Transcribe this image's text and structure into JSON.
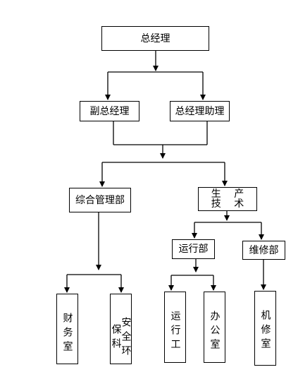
{
  "org_chart": {
    "gm": "总经理",
    "deputy_gm": "副总经理",
    "gm_assistant": "总经理助理",
    "general_mgmt_dept": "综合管理部",
    "production_tech": "生 产 技 术",
    "operations_dept": "运行部",
    "maintenance_dept": "维修部",
    "finance_office": "财务室",
    "safety_env_dept": "安全环保科",
    "operations_worker": "运行工",
    "office": "办公室",
    "repair_room": "机修室"
  }
}
